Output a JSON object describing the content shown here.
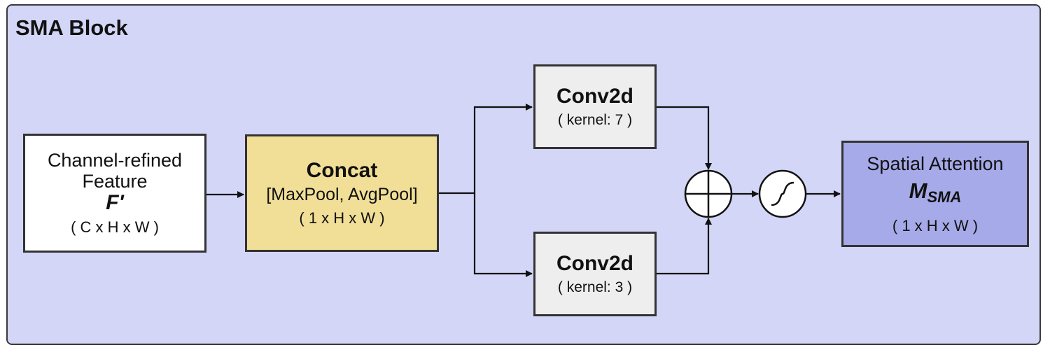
{
  "block_title": "SMA Block",
  "input": {
    "line1": "Channel-refined",
    "line2": "Feature",
    "symbol": "F'",
    "shape": "( C x H x W )"
  },
  "concat": {
    "title": "Concat",
    "ops": "[MaxPool, AvgPool]",
    "shape": "( 1 x H x W )"
  },
  "conv_top": {
    "title": "Conv2d",
    "kernel": "( kernel: 7 )"
  },
  "conv_bottom": {
    "title": "Conv2d",
    "kernel": "( kernel: 3 )"
  },
  "add_node": {
    "icon": "circle-plus"
  },
  "sigmoid_node": {
    "icon": "sigmoid-curve"
  },
  "output": {
    "title": "Spatial Attention",
    "symbol_main": "M",
    "symbol_sub": "SMA",
    "shape": "( 1 x H x W )"
  },
  "colors": {
    "frame_bg": "#d3d6f6",
    "concat_bg": "#f2df97",
    "conv_bg": "#eeeeee",
    "output_bg": "#a6aae9",
    "stroke": "#333333"
  }
}
